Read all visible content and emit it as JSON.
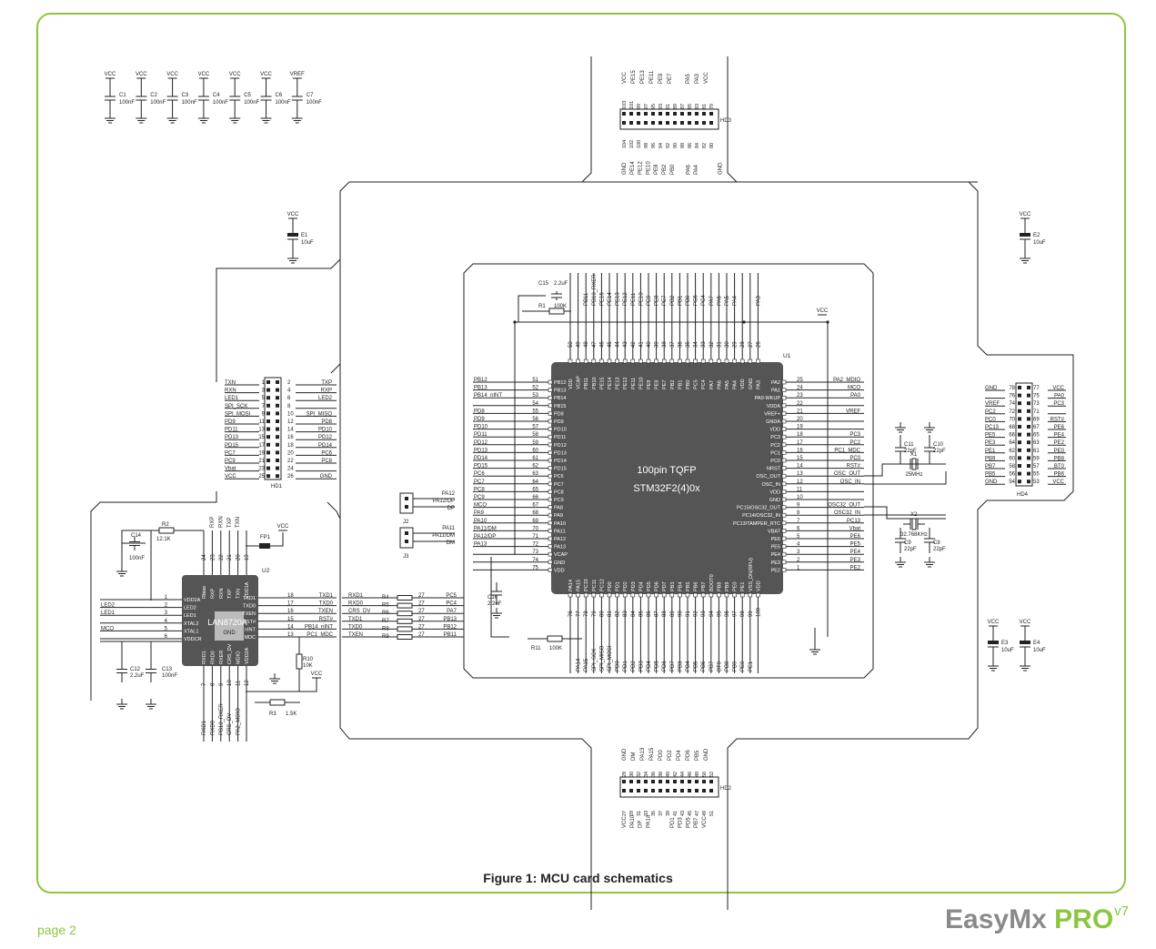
{
  "caption": "Figure 1: MCU card schematics",
  "footer": {
    "page": "page 2",
    "brand_a": "Easy",
    "brand_b": "Mx",
    "brand_c": "PRO",
    "brand_sup": "v7"
  },
  "colors": {
    "frame": "#8cc63f",
    "chip": "#555555",
    "wire": "#222222",
    "card_outline": "#222222"
  },
  "mcu": {
    "ref": "U1",
    "package": "100pin  TQFP",
    "part": "STM32F2(4)0x",
    "left": [
      [
        "PB12",
        "51",
        "PB12"
      ],
      [
        "PB13",
        "52",
        "PB13"
      ],
      [
        "PB14_nINT",
        "53",
        "PB14"
      ],
      [
        "",
        "54",
        "PB15"
      ],
      [
        "PD8",
        "55",
        "PD8"
      ],
      [
        "PD9",
        "56",
        "PD9"
      ],
      [
        "PD10",
        "57",
        "PD10"
      ],
      [
        "PD11",
        "58",
        "PD11"
      ],
      [
        "PD12",
        "59",
        "PD12"
      ],
      [
        "PD13",
        "60",
        "PD13"
      ],
      [
        "PD14",
        "61",
        "PD14"
      ],
      [
        "PD15",
        "62",
        "PD15"
      ],
      [
        "PC6",
        "63",
        "PC6"
      ],
      [
        "PC7",
        "64",
        "PC7"
      ],
      [
        "PC8",
        "65",
        "PC8"
      ],
      [
        "PC9",
        "66",
        "PC9"
      ],
      [
        "MCO",
        "67",
        "PA8"
      ],
      [
        "PA9",
        "68",
        "PA9"
      ],
      [
        "PA10",
        "69",
        "PA10"
      ],
      [
        "PA11/DM",
        "70",
        "PA11"
      ],
      [
        "PA12/DP",
        "71",
        "PA12"
      ],
      [
        "PA13",
        "72",
        "PA13"
      ],
      [
        "",
        "73",
        "VCAP"
      ],
      [
        "",
        "74",
        "GND"
      ],
      [
        "",
        "75",
        "VDD"
      ]
    ],
    "right": [
      [
        "PA2_MDIO",
        "25",
        "PA2"
      ],
      [
        "MCO",
        "24",
        "PA1"
      ],
      [
        "PA0",
        "23",
        "PA0-WKUP"
      ],
      [
        "",
        "22",
        "VDDA"
      ],
      [
        "VREF",
        "21",
        "VREF+"
      ],
      [
        "",
        "20",
        "GNDA"
      ],
      [
        "",
        "19",
        "VDD"
      ],
      [
        "PC3",
        "18",
        "PC3"
      ],
      [
        "PC2",
        "17",
        "PC2"
      ],
      [
        "PC1_MDC",
        "16",
        "PC1"
      ],
      [
        "PC0",
        "15",
        "PC0"
      ],
      [
        "RST#",
        "14",
        "NRST"
      ],
      [
        "OSC_OUT",
        "13",
        "OSC_OUT"
      ],
      [
        "OSC_IN",
        "12",
        "OSC_IN"
      ],
      [
        "",
        "11",
        "VDD"
      ],
      [
        "",
        "10",
        "GND"
      ],
      [
        "OSC32_OUT",
        "9",
        "PC15/OSC32_OUT"
      ],
      [
        "OSC32_IN",
        "8",
        "PC14/OSC32_IN"
      ],
      [
        "PC13",
        "7",
        "PC13/TAMPER_RTC"
      ],
      [
        "Vbat",
        "6",
        "VBAT"
      ],
      [
        "PE6",
        "5",
        "PE6"
      ],
      [
        "PE5",
        "4",
        "PE5"
      ],
      [
        "PE4",
        "3",
        "PE4"
      ],
      [
        "PE3",
        "2",
        "PE3"
      ],
      [
        "PE2",
        "1",
        "PE2"
      ]
    ],
    "top": [
      [
        "",
        "50",
        "VDD"
      ],
      [
        "",
        "49",
        "VCAP"
      ],
      [
        "PB11",
        "48",
        "PB11"
      ],
      [
        "PB10_RXER",
        "47",
        "PB10"
      ],
      [
        "PE15",
        "46",
        "PE15"
      ],
      [
        "PE14",
        "45",
        "PE14"
      ],
      [
        "PE13",
        "44",
        "PE13"
      ],
      [
        "PE12",
        "43",
        "PE12"
      ],
      [
        "PE11",
        "42",
        "PE11"
      ],
      [
        "PE10",
        "41",
        "PE10"
      ],
      [
        "PE9",
        "40",
        "PE9"
      ],
      [
        "PE8",
        "39",
        "PE8"
      ],
      [
        "PE7",
        "38",
        "PE7"
      ],
      [
        "PB2",
        "37",
        "PB2"
      ],
      [
        "PB1",
        "36",
        "PB1"
      ],
      [
        "PB0",
        "35",
        "PB0"
      ],
      [
        "PC5",
        "34",
        "PC5"
      ],
      [
        "PC4",
        "33",
        "PC4"
      ],
      [
        "PA7",
        "32",
        "PA7"
      ],
      [
        "PA6",
        "31",
        "PA6"
      ],
      [
        "PA5",
        "30",
        "PA5"
      ],
      [
        "PA4",
        "29",
        "PA4"
      ],
      [
        "",
        "28",
        "VDD"
      ],
      [
        "",
        "27",
        "GND"
      ],
      [
        "PA3",
        "26",
        "PA3"
      ]
    ],
    "bottom": [
      [
        "",
        "76",
        "PA14"
      ],
      [
        "PA14",
        "77",
        "PA15"
      ],
      [
        "PA15",
        "78",
        "PC10"
      ],
      [
        "SPI_SCK",
        "79",
        "PC11"
      ],
      [
        "SPI_MISO",
        "80",
        "PC12"
      ],
      [
        "SPI_MOSI",
        "81",
        "PD0"
      ],
      [
        "PD0",
        "82",
        "PD1"
      ],
      [
        "PD1",
        "83",
        "PD2"
      ],
      [
        "PD2",
        "84",
        "PD3"
      ],
      [
        "PD3",
        "85",
        "PD4"
      ],
      [
        "PD4",
        "86",
        "PD5"
      ],
      [
        "PD5",
        "87",
        "PD6"
      ],
      [
        "PD6",
        "88",
        "PD7"
      ],
      [
        "PD7",
        "89",
        "PB3"
      ],
      [
        "PB3",
        "90",
        "PB4"
      ],
      [
        "PB4",
        "91",
        "PB5"
      ],
      [
        "PB5",
        "92",
        "PB6"
      ],
      [
        "PB6",
        "93",
        "PB7"
      ],
      [
        "PB7",
        "94",
        "BOOT0"
      ],
      [
        "BT0",
        "95",
        "PB8"
      ],
      [
        "PB8",
        "96",
        "PB9"
      ],
      [
        "PB9",
        "97",
        "PE0"
      ],
      [
        "PE0",
        "98",
        "PE1"
      ],
      [
        "PE1",
        "99",
        "VSS_DN(RFU)"
      ],
      [
        "",
        "100",
        "VDD"
      ]
    ]
  },
  "decoupling_top": [
    {
      "rail": "VCC",
      "ref": "C1",
      "value": "100nF"
    },
    {
      "rail": "VCC",
      "ref": "C2",
      "value": "100nF"
    },
    {
      "rail": "VCC",
      "ref": "C3",
      "value": "100nF"
    },
    {
      "rail": "VCC",
      "ref": "C4",
      "value": "100nF"
    },
    {
      "rail": "VCC",
      "ref": "C5",
      "value": "100nF"
    },
    {
      "rail": "VCC",
      "ref": "C6",
      "value": "100nF"
    },
    {
      "rail": "VREF",
      "ref": "C7",
      "value": "100nF"
    }
  ],
  "elcaps": [
    {
      "rail": "VCC",
      "ref": "E1",
      "value": "10uF"
    },
    {
      "rail": "VCC",
      "ref": "E2",
      "value": "10uF"
    },
    {
      "rail": "VCC",
      "ref": "E3",
      "value": "10uF"
    },
    {
      "rail": "VCC",
      "ref": "E4",
      "value": "10uF"
    }
  ],
  "hd3": {
    "ref": "HD3",
    "top_labels": [
      "VCC",
      "PE15",
      "PE13",
      "PE11",
      "PE9",
      "PE7",
      "",
      "PA5",
      "PA3",
      "VCC"
    ],
    "top_pins": [
      "103",
      "101",
      "99",
      "97",
      "95",
      "93",
      "91",
      "89",
      "87",
      "85",
      "83",
      "81",
      "79"
    ],
    "bottom_pins": [
      "104",
      "102",
      "100",
      "98",
      "96",
      "94",
      "92",
      "90",
      "88",
      "86",
      "84",
      "82",
      "80"
    ],
    "bottom_labels": [
      "GND",
      "PE14",
      "PE12",
      "PE10",
      "PE8",
      "PB2",
      "PB0",
      "",
      "PA6",
      "PA4",
      "",
      "",
      "GND"
    ]
  },
  "hd2": {
    "ref": "HD2",
    "top_labels": [
      "GND",
      "DM",
      "PA13",
      "PA15",
      "PD0",
      "PD2",
      "PD4",
      "PD6",
      "PB5",
      "GND"
    ],
    "top_pins": [
      "28",
      "30",
      "32",
      "34",
      "36",
      "38",
      "40",
      "42",
      "44",
      "46",
      "48",
      "50",
      "52"
    ],
    "bottom_pins": [
      "27",
      "29",
      "31",
      "33",
      "35",
      "37",
      "39",
      "41",
      "43",
      "45",
      "47",
      "49",
      "51"
    ],
    "bottom_labels": [
      "VCC",
      "PA10",
      "DP",
      "PA14",
      "",
      "",
      "PD1",
      "PD3",
      "PD5",
      "PB7",
      "VCC"
    ]
  },
  "hd1": {
    "ref": "HD1",
    "rows": [
      [
        "TXN",
        "1",
        "2",
        "TXP"
      ],
      [
        "RXN",
        "3",
        "4",
        "RXP"
      ],
      [
        "LED1",
        "5",
        "6",
        "LED2"
      ],
      [
        "SPI_SCK",
        "7",
        "8",
        ""
      ],
      [
        "SPI_MOSI",
        "9",
        "10",
        "SPI_MISO"
      ],
      [
        "PD9",
        "11",
        "12",
        "PD8"
      ],
      [
        "PD11",
        "13",
        "14",
        "PD10"
      ],
      [
        "PD13",
        "15",
        "16",
        "PD12"
      ],
      [
        "PD15",
        "17",
        "18",
        "PD14"
      ],
      [
        "PC7",
        "19",
        "20",
        "PC6"
      ],
      [
        "PC9",
        "21",
        "22",
        "PC8"
      ],
      [
        "Vbat",
        "23",
        "24",
        ""
      ],
      [
        "VCC",
        "25",
        "26",
        "GND"
      ]
    ]
  },
  "hd4": {
    "ref": "HD4",
    "rows": [
      [
        "GND",
        "78",
        "77",
        "VCC"
      ],
      [
        "",
        "76",
        "75",
        "PA0"
      ],
      [
        "VREF",
        "74",
        "73",
        "PC3"
      ],
      [
        "PC2",
        "72",
        "71",
        ""
      ],
      [
        "PC0",
        "70",
        "69",
        "RST#"
      ],
      [
        "PC13",
        "68",
        "67",
        "PE6"
      ],
      [
        "PE5",
        "66",
        "65",
        "PE4"
      ],
      [
        "PE3",
        "64",
        "63",
        "PE2"
      ],
      [
        "PE1",
        "62",
        "61",
        "PE0"
      ],
      [
        "PB9",
        "60",
        "59",
        "PB8"
      ],
      [
        "PB7",
        "58",
        "57",
        "BT0"
      ],
      [
        "PB5",
        "56",
        "55",
        "PB6"
      ],
      [
        "GND",
        "54",
        "53",
        "VCC"
      ]
    ]
  },
  "phy": {
    "ref": "U2",
    "part": "LAN8720A",
    "gnd_label": "GND",
    "top_pins": [
      [
        "24",
        "Rbias"
      ],
      [
        "23",
        "RXP"
      ],
      [
        "22",
        "RXN"
      ],
      [
        "21",
        "TXP"
      ],
      [
        "20",
        "TXN"
      ],
      [
        "19",
        "VDD1A"
      ]
    ],
    "top_nets": [
      "RXP",
      "RXN",
      "TXP",
      "TXN"
    ],
    "left_pins": [
      [
        "1",
        "VDD2A",
        "",
        ""
      ],
      [
        "2",
        "LED2",
        "LED2",
        ""
      ],
      [
        "3",
        "LED1",
        "LED1",
        ""
      ],
      [
        "4",
        "XTAL2",
        "",
        ""
      ],
      [
        "5",
        "XTAL1",
        "MCO",
        ""
      ],
      [
        "6",
        "VDDCR",
        "",
        ""
      ]
    ],
    "right_pins": [
      [
        "18",
        "TXD1",
        "TXD1"
      ],
      [
        "17",
        "TXD0",
        "TXD0"
      ],
      [
        "16",
        "TXEN",
        "TXEN"
      ],
      [
        "15",
        "RST#",
        "RST#"
      ],
      [
        "14",
        "nINT",
        "PB14_nINT"
      ],
      [
        "13",
        "MDC",
        "PC1_MDC"
      ]
    ],
    "bottom_pins": [
      [
        "7",
        "RXD1"
      ],
      [
        "8",
        "RXD0"
      ],
      [
        "9",
        "RXER"
      ],
      [
        "10",
        "CRS_DV"
      ],
      [
        "11",
        "MDIO"
      ],
      [
        "12",
        "VDD2A"
      ]
    ],
    "bottom_nets": [
      "RXD1",
      "RXD0",
      "PB10_RXER",
      "CRS_DV",
      "PA2_MDIO"
    ]
  },
  "series_r": [
    {
      "left": "RXD1",
      "ref": "R4",
      "value": "27",
      "right": "PC5"
    },
    {
      "left": "RXD0",
      "ref": "R5",
      "value": "27",
      "right": "PC4"
    },
    {
      "left": "CRS_DV",
      "ref": "R6",
      "value": "27",
      "right": "PA7"
    },
    {
      "left": "TXD1",
      "ref": "R7",
      "value": "27",
      "right": "PB13"
    },
    {
      "left": "TXD0",
      "ref": "R8",
      "value": "27",
      "right": "PB12"
    },
    {
      "left": "TXEN",
      "ref": "R9",
      "value": "27",
      "right": "PB11"
    }
  ],
  "misc": {
    "r2": {
      "ref": "R2",
      "value": "12.1K"
    },
    "c14": {
      "ref": "C14",
      "value": "100nF"
    },
    "fp1": {
      "ref": "FP1",
      "rail": "VCC"
    },
    "c12": {
      "ref": "C12",
      "value": "2.2uF"
    },
    "c13": {
      "ref": "C13",
      "value": "100nF"
    },
    "r10": {
      "ref": "R10",
      "value": "10K"
    },
    "r3": {
      "ref": "R3",
      "value": "1.5K"
    },
    "vcc_r": "VCC",
    "c15": {
      "ref": "C15",
      "value": "2.2uF"
    },
    "r1": {
      "ref": "R1",
      "value": "100K"
    },
    "vcc_top": "VCC",
    "c16": {
      "ref": "C16",
      "value": "2.2uF"
    },
    "r11": {
      "ref": "R11",
      "value": "100K"
    },
    "j2": {
      "ref": "J2",
      "a": "PA12",
      "b": "PA12/DP",
      "c": "DP"
    },
    "j3": {
      "ref": "J3",
      "a": "PA11",
      "b": "PA11/DM",
      "c": "DM"
    },
    "x1": {
      "ref": "X1",
      "value": "25MHz"
    },
    "c11": {
      "ref": "C11",
      "value": "22pF"
    },
    "c10": {
      "ref": "C10",
      "value": "22pF"
    },
    "x2": {
      "ref": "X2",
      "value": "32.768KHz"
    },
    "c9": {
      "ref": "C9",
      "value": "22pF"
    },
    "c8": {
      "ref": "C8",
      "value": "22pF"
    }
  }
}
